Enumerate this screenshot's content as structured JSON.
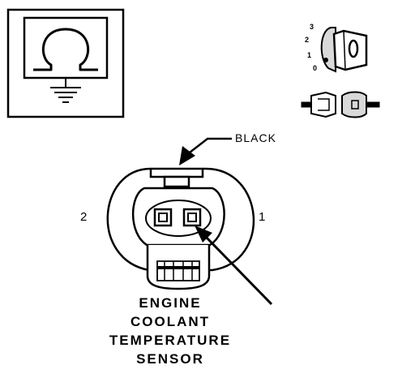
{
  "legend": {
    "symbol": "ohm-omega-icon"
  },
  "switch_positions": [
    "3",
    "2",
    "1",
    "0"
  ],
  "wire_label": "BLACK",
  "pins": {
    "left": "2",
    "right": "1"
  },
  "component": {
    "lines": [
      "ENGINE",
      "COOLANT",
      "TEMPERATURE",
      "SENSOR"
    ]
  },
  "colors": {
    "ink": "#000000",
    "background": "#ffffff",
    "shade": "#d9d9d9"
  }
}
